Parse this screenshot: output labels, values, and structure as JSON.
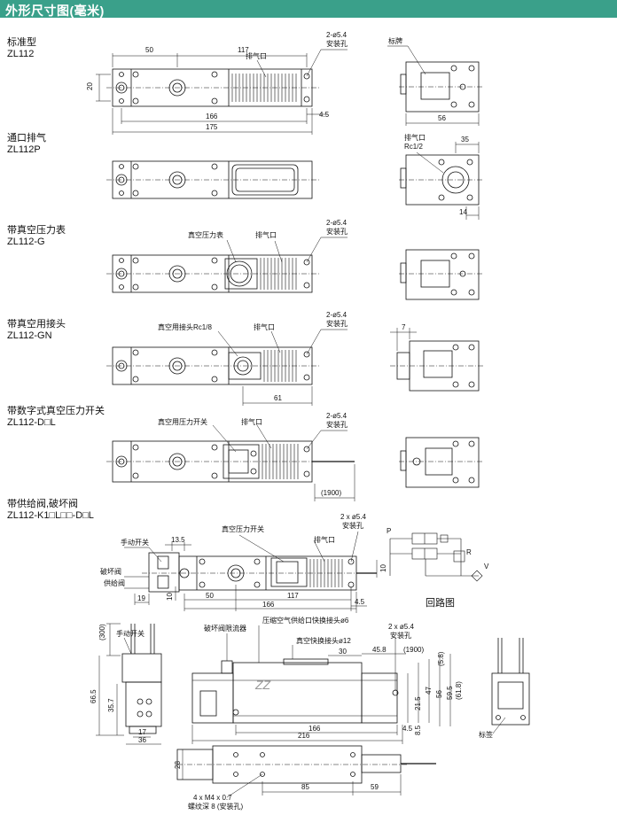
{
  "header": {
    "title": "外形尺寸图(毫米)"
  },
  "sections": [
    {
      "name": "标准型",
      "model": "ZL112"
    },
    {
      "name": "通口排气",
      "model": "ZL112P"
    },
    {
      "name": "带真空压力表",
      "model": "ZL112-G"
    },
    {
      "name": "带真空用接头",
      "model": "ZL112-GN"
    },
    {
      "name": "带数字式真空压力开关",
      "model": "ZL112-D□L"
    },
    {
      "name": "带供给阀,破坏阀",
      "model": "ZL112-K1□L□□-D□L"
    }
  ],
  "labels": {
    "exhaust_port": "排气口",
    "mount_hole_2": "2-ø5.4",
    "mount_hole": "安装孔",
    "nameplate": "标牌",
    "exhaust_port_rc": "排气口",
    "rc12": "Rc1/2",
    "vacuum_gauge": "真空压力表",
    "vacuum_fitting": "真空用接头Rc1/8",
    "vacuum_switch": "真空用压力开关",
    "vacuum_switch2": "真空压力开关",
    "manual_switch": "手动开关",
    "break_valve": "破坏阀",
    "supply_valve": "供给阀",
    "mount_hole_2x": "2 x ø5.4",
    "circuit_diagram": "回路图",
    "manual_switch2": "手动开关",
    "break_flow": "破坏阀限流器",
    "compressed_air": "压缩空气供给口快换接头ø6",
    "vacuum_quick": "真空快换接头ø12",
    "mount_hole_2x_b": "2 x ø5.4",
    "mount_hole_b": "安装孔",
    "screw": "4 x M4 x 0.7",
    "screw_depth": "螺纹深 8 (安装孔)",
    "nameplate2": "标签",
    "port_p": "P",
    "port_v": "V",
    "port_r": "R"
  },
  "dims": {
    "d50": "50",
    "d117": "117",
    "d20": "20",
    "d166": "166",
    "d4_5": "4.5",
    "d175": "175",
    "d56": "56",
    "d35": "35",
    "d14": "14",
    "d7": "7",
    "d61": "61",
    "d1900": "(1900)",
    "d13_5": "13.5",
    "d10": "10",
    "d19": "19",
    "d10b": "10",
    "d50b": "50",
    "d117b": "117",
    "d166b": "166",
    "d4_5b": "4.5",
    "d300": "(300)",
    "d66_5": "66.5",
    "d35_7": "35.7",
    "d17": "17",
    "d36": "36",
    "d30": "30",
    "d45_8": "45.8",
    "d1900b": "(1900)",
    "d5_8": "(5.8)",
    "d61_8": "(61.8)",
    "d59_5": "59.5",
    "d56b": "56",
    "d47": "47",
    "d21_5": "21.5",
    "d166c": "166",
    "d4_5c": "4.5",
    "d8_5": "8.5",
    "d216": "216",
    "d28": "28",
    "d85": "85",
    "d59": "59"
  }
}
